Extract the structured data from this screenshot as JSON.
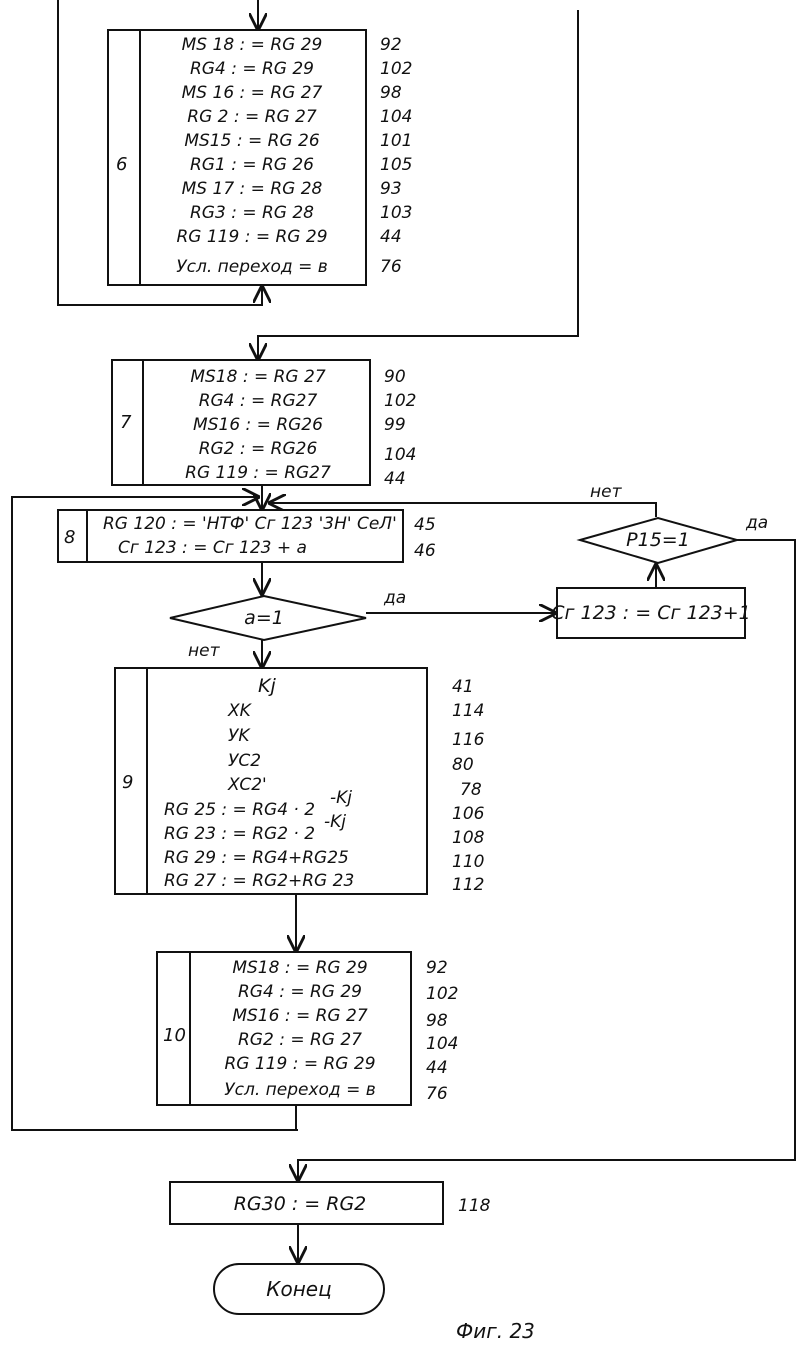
{
  "block6": {
    "number": "6",
    "lines": [
      {
        "text": "MS 18 : = RG 29",
        "ref": "92"
      },
      {
        "text": "RG4 : = RG 29",
        "ref": "102"
      },
      {
        "text": "MS 16 : = RG 27",
        "ref": "98"
      },
      {
        "text": "RG 2 : = RG 27",
        "ref": "104"
      },
      {
        "text": "MS15 : = RG 26",
        "ref": "101"
      },
      {
        "text": "RG1 : = RG 26",
        "ref": "105"
      },
      {
        "text": "MS 17 : = RG 28",
        "ref": "93"
      },
      {
        "text": "RG3 : = RG 28",
        "ref": "103"
      },
      {
        "text": "RG 119 : = RG 29",
        "ref": "44"
      },
      {
        "text": "Усл. переход = в",
        "ref": "76"
      }
    ]
  },
  "block7": {
    "number": "7",
    "lines": [
      {
        "text": "MS18 : = RG 27",
        "ref": "90"
      },
      {
        "text": "RG4 : = RG27",
        "ref": "102"
      },
      {
        "text": "MS16 : = RG26",
        "ref": "99"
      },
      {
        "text": "RG2 : = RG26",
        "ref": "104"
      },
      {
        "text": "RG 119 : = RG27",
        "ref": "44"
      }
    ]
  },
  "block8": {
    "number": "8",
    "line1": "RG 120 : = 'НТФ' Сг 123 '3Н' СеЛ'",
    "ref1": "45",
    "line2": "Сг 123 : = Сг 123 + а",
    "ref2": "46"
  },
  "decision_a": {
    "text": "а=1",
    "yes": "да",
    "no": "нет"
  },
  "decision_p15": {
    "text": "P15=1",
    "yes": "да",
    "no": "нет"
  },
  "increment_box": {
    "text": "Сг 123 : = Сг 123+1"
  },
  "block9": {
    "number": "9",
    "lines": [
      {
        "text": "Kj",
        "ref": "41"
      },
      {
        "text": "XK",
        "ref": "114"
      },
      {
        "text": "УK",
        "ref": "116"
      },
      {
        "text": "УС2",
        "ref": "80"
      },
      {
        "text": "XC2'",
        "ref": "78"
      },
      {
        "text": "RG 25 : = RG4 · 2",
        "exp": "-Kj",
        "ref": "106"
      },
      {
        "text": "RG 23 : = RG2 · 2",
        "exp": "-Kj",
        "ref": "108"
      },
      {
        "text": "RG 29 : = RG4+RG25",
        "ref": "110"
      },
      {
        "text": "RG 27 : = RG2+RG 23",
        "ref": "112"
      }
    ]
  },
  "block10": {
    "number": "10",
    "lines": [
      {
        "text": "MS18 : = RG 29",
        "ref": "92"
      },
      {
        "text": "RG4 : = RG 29",
        "ref": "102"
      },
      {
        "text": "MS16 : = RG 27",
        "ref": "98"
      },
      {
        "text": "RG2 : = RG 27",
        "ref": "104"
      },
      {
        "text": "RG 119 : = RG 29",
        "ref": "44"
      },
      {
        "text": "Усл. переход = в",
        "ref": "76"
      }
    ]
  },
  "block_rg30": {
    "text": "RG30 : = RG2",
    "ref": "118"
  },
  "terminator": {
    "text": "Конец"
  },
  "caption": "Фиг. 23"
}
